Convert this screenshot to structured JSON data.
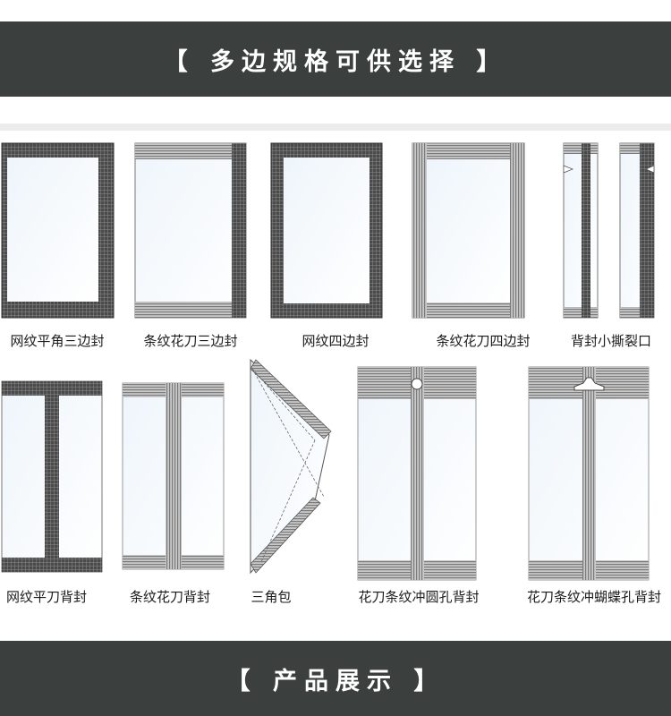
{
  "header": {
    "title": "【 多边规格可供选择 】"
  },
  "footer": {
    "title": "【 产品展示 】"
  },
  "bag_types": [
    "网纹平角三边封",
    "条纹花刀三边封",
    "网纹四边封",
    "条纹花刀四边封",
    "背封小撕裂口",
    "网纹平刀背封",
    "条纹花刀背封",
    "三角包",
    "花刀条纹冲圆孔背封",
    "花刀条纹冲蝴蝶孔背封"
  ],
  "colors": {
    "banner": "#3b403e",
    "seal": "#5a5a5a",
    "bag_fill": "#ffffff"
  }
}
